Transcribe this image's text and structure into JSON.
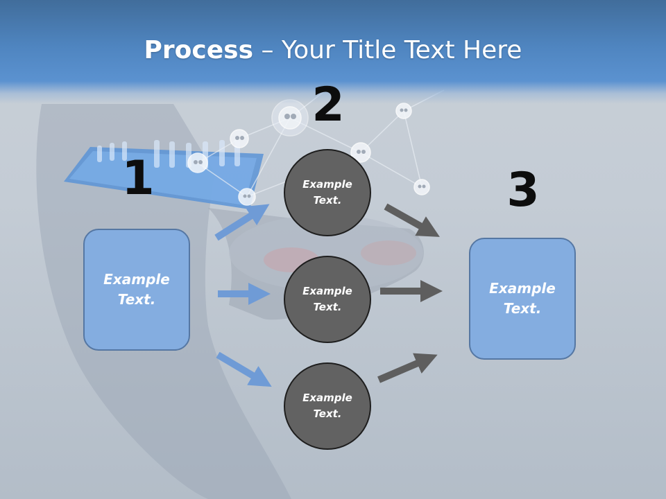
{
  "title": {
    "bold": "Process",
    "rest": " – Your Title Text Here"
  },
  "steps": {
    "one": "1",
    "two": "2",
    "three": "3"
  },
  "left_box": {
    "text": "Example Text."
  },
  "right_box": {
    "text": "Example Text."
  },
  "circles": [
    {
      "text": "Example Text."
    },
    {
      "text": "Example Text."
    },
    {
      "text": "Example Text."
    }
  ],
  "colors": {
    "box_fill": "#84ade0",
    "box_border": "#5577a3",
    "circle_fill": "#626262",
    "blue_arrow": "#6f9bd6",
    "gray_arrow": "#5e5e5e",
    "header_blue": "#4f85c0"
  }
}
